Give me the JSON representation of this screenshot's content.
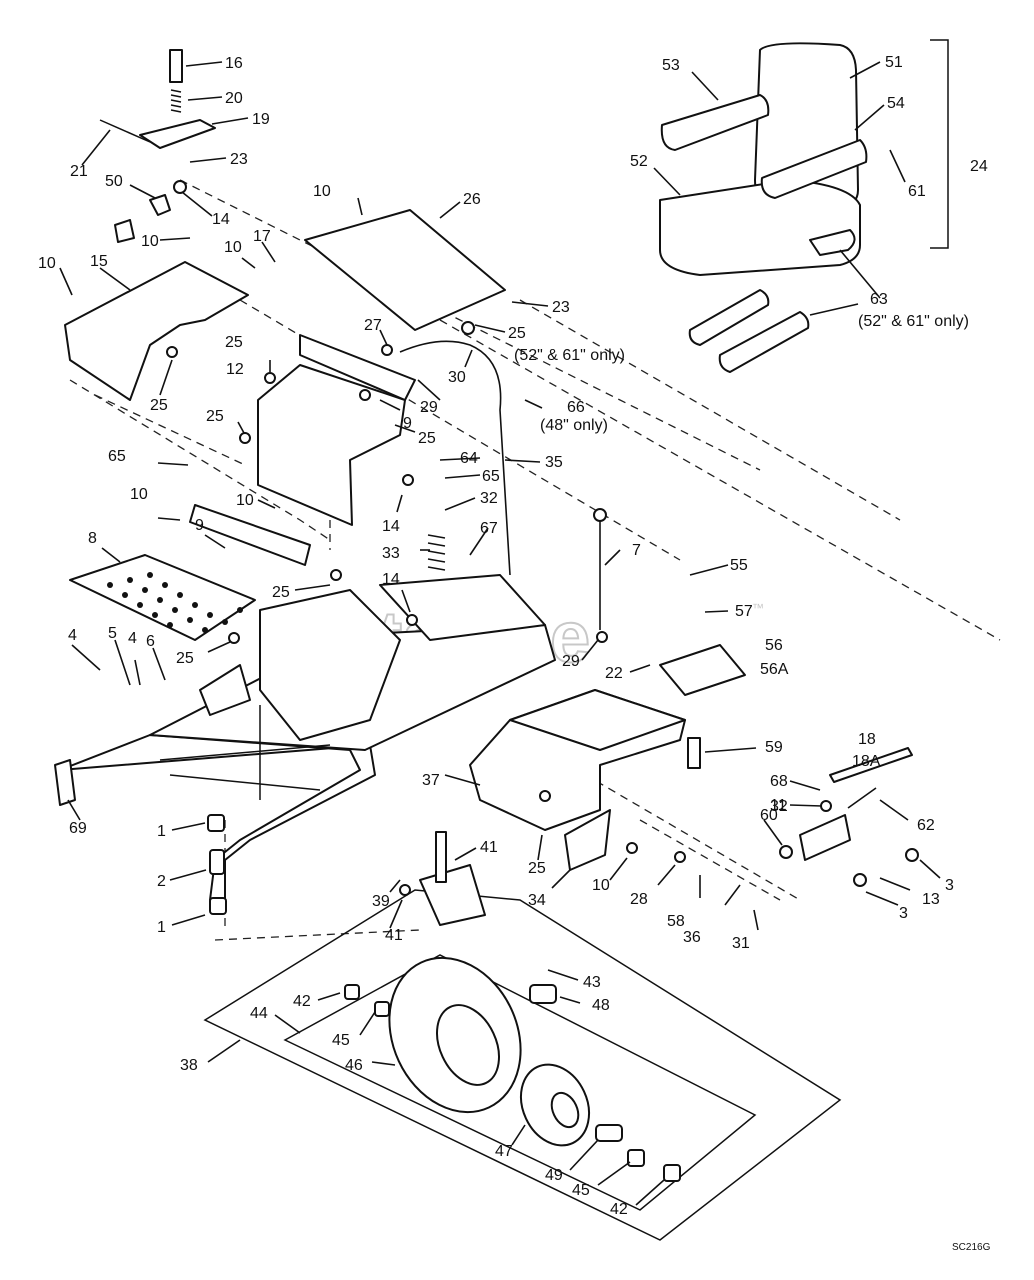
{
  "watermark": {
    "text": "PartsTree",
    "trademark": "™"
  },
  "diagram_code": "SC216G",
  "callouts": [
    {
      "n": "16"
    },
    {
      "n": "20"
    },
    {
      "n": "19"
    },
    {
      "n": "21"
    },
    {
      "n": "23"
    },
    {
      "n": "50"
    },
    {
      "n": "14"
    },
    {
      "n": "10"
    },
    {
      "n": "10"
    },
    {
      "n": "17"
    },
    {
      "n": "10"
    },
    {
      "n": "15"
    },
    {
      "n": "10"
    },
    {
      "n": "26"
    },
    {
      "n": "23"
    },
    {
      "n": "25"
    },
    {
      "n": "25"
    },
    {
      "n": "12"
    },
    {
      "n": "25"
    },
    {
      "n": "27"
    },
    {
      "n": "30"
    },
    {
      "n": "29"
    },
    {
      "n": "9"
    },
    {
      "n": "25"
    },
    {
      "n": "25"
    },
    {
      "n": "64"
    },
    {
      "n": "66"
    },
    {
      "n": "65"
    },
    {
      "n": "65"
    },
    {
      "n": "35"
    },
    {
      "n": "14"
    },
    {
      "n": "32"
    },
    {
      "n": "10"
    },
    {
      "n": "10"
    },
    {
      "n": "33"
    },
    {
      "n": "67"
    },
    {
      "n": "9"
    },
    {
      "n": "8"
    },
    {
      "n": "25"
    },
    {
      "n": "14"
    },
    {
      "n": "7"
    },
    {
      "n": "55"
    },
    {
      "n": "57"
    },
    {
      "n": "56"
    },
    {
      "n": "56A"
    },
    {
      "n": "29"
    },
    {
      "n": "22"
    },
    {
      "n": "4"
    },
    {
      "n": "5"
    },
    {
      "n": "4"
    },
    {
      "n": "6"
    },
    {
      "n": "25"
    },
    {
      "n": "59"
    },
    {
      "n": "37"
    },
    {
      "n": "69"
    },
    {
      "n": "18"
    },
    {
      "n": "18A"
    },
    {
      "n": "11"
    },
    {
      "n": "68"
    },
    {
      "n": "32"
    },
    {
      "n": "62"
    },
    {
      "n": "60"
    },
    {
      "n": "1"
    },
    {
      "n": "25"
    },
    {
      "n": "2"
    },
    {
      "n": "41"
    },
    {
      "n": "10"
    },
    {
      "n": "28"
    },
    {
      "n": "58"
    },
    {
      "n": "36"
    },
    {
      "n": "31"
    },
    {
      "n": "3"
    },
    {
      "n": "13"
    },
    {
      "n": "3"
    },
    {
      "n": "34"
    },
    {
      "n": "39"
    },
    {
      "n": "41"
    },
    {
      "n": "1"
    },
    {
      "n": "43"
    },
    {
      "n": "42"
    },
    {
      "n": "48"
    },
    {
      "n": "44"
    },
    {
      "n": "45"
    },
    {
      "n": "38"
    },
    {
      "n": "46"
    },
    {
      "n": "47"
    },
    {
      "n": "49"
    },
    {
      "n": "45"
    },
    {
      "n": "42"
    },
    {
      "n": "53"
    },
    {
      "n": "51"
    },
    {
      "n": "54"
    },
    {
      "n": "52"
    },
    {
      "n": "61"
    },
    {
      "n": "24"
    },
    {
      "n": "63"
    }
  ],
  "notes": {
    "seat_mount": "(52\" & 61\" only)",
    "bracket_25": "(52\" & 61\" only)",
    "bolt_66": "(48\" only)"
  }
}
